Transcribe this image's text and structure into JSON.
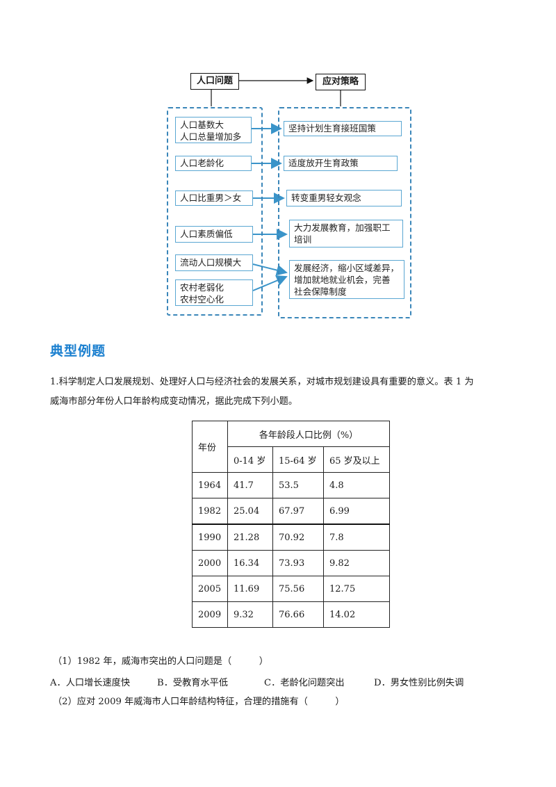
{
  "diagram": {
    "left_header": "人口问题",
    "right_header": "应对策略",
    "problems": [
      [
        "人口基数大",
        "人口总量增加多"
      ],
      [
        "人口老龄化"
      ],
      [
        "人口比重男＞女"
      ],
      [
        "人口素质偏低"
      ],
      [
        "流动人口规模大"
      ],
      [
        "农村老弱化",
        "农村空心化"
      ]
    ],
    "strategies": [
      [
        "坚持计划生育接班国策"
      ],
      [
        "适度放开生育政策"
      ],
      [
        "转变重男轻女观念"
      ],
      [
        "大力发展教育，加强职工",
        "培训"
      ],
      [
        "发展经济，缩小区域差异，",
        "增加就地就业机会，完善",
        "社会保障制度"
      ]
    ]
  },
  "section_title": "典型例题",
  "question_intro": [
    "1.科学制定人口发展规划、处理好人口与经济社会的发展关系，对城市规划建设具有重要的意义。表 1 为",
    "威海市部分年份人口年龄构成变动情况，据此完成下列小题。"
  ],
  "table": {
    "year_header": "年份",
    "group_header": "各年龄段人口比例（%）",
    "columns": [
      "0-14 岁",
      "15-64 岁",
      "65 岁及以上"
    ],
    "rows": [
      [
        "1964",
        "41.7",
        "53.5",
        "4.8"
      ],
      [
        "1982",
        "25.04",
        "67.97",
        "6.99"
      ],
      [
        "1990",
        "21.28",
        "70.92",
        "7.8"
      ],
      [
        "2000",
        "16.34",
        "73.93",
        "9.82"
      ],
      [
        "2005",
        "11.69",
        "75.56",
        "12.75"
      ],
      [
        "2009",
        "9.32",
        "76.66",
        "14.02"
      ]
    ]
  },
  "sub_q1": "（1）1982 年，威海市突出的人口问题是（　　　）",
  "options": [
    "A．人口增长速度快",
    "B．受教育水平低",
    "C．老龄化问题突出",
    "D．男女性别比例失调"
  ],
  "sub_q2": "（2）应对 2009 年威海市人口年龄结构特征，合理的措施有（　　　）"
}
